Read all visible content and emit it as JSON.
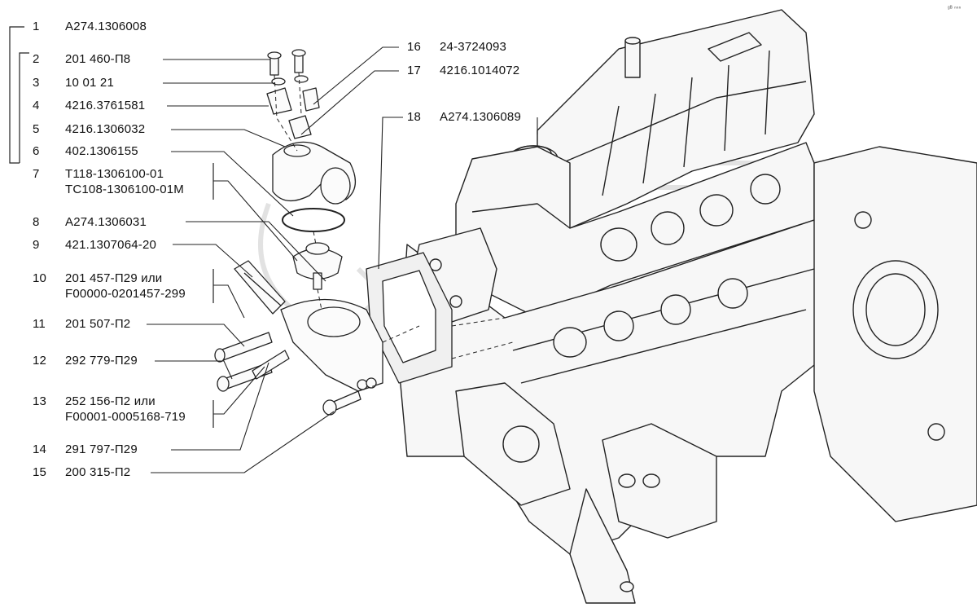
{
  "corner_mark": "ᵍᴮ ⁿⁿⁿ",
  "watermark": "GAZ",
  "callouts": [
    {
      "num": "1",
      "codes": [
        "A274.1306008"
      ]
    },
    {
      "num": "2",
      "codes": [
        "201 460-П8"
      ]
    },
    {
      "num": "3",
      "codes": [
        "10 01 21"
      ]
    },
    {
      "num": "4",
      "codes": [
        "4216.3761581"
      ]
    },
    {
      "num": "5",
      "codes": [
        "4216.1306032"
      ]
    },
    {
      "num": "6",
      "codes": [
        "402.1306155"
      ]
    },
    {
      "num": "7",
      "codes": [
        "Т118-1306100-01",
        "ТС108-1306100-01М"
      ]
    },
    {
      "num": "8",
      "codes": [
        "A274.1306031"
      ]
    },
    {
      "num": "9",
      "codes": [
        "421.1307064-20"
      ]
    },
    {
      "num": "10",
      "codes": [
        "201 457-П29 или",
        "F00000-0201457-299"
      ]
    },
    {
      "num": "11",
      "codes": [
        "201 507-П2"
      ]
    },
    {
      "num": "12",
      "codes": [
        "292 779-П29"
      ]
    },
    {
      "num": "13",
      "codes": [
        "252 156-П2 или",
        "F00001-0005168-719"
      ]
    },
    {
      "num": "14",
      "codes": [
        "291 797-П29"
      ]
    },
    {
      "num": "15",
      "codes": [
        "200 315-П2"
      ]
    },
    {
      "num": "16",
      "codes": [
        "24-3724093"
      ]
    },
    {
      "num": "17",
      "codes": [
        "4216.1014072"
      ]
    },
    {
      "num": "18",
      "codes": [
        "A274.1306089"
      ]
    }
  ]
}
